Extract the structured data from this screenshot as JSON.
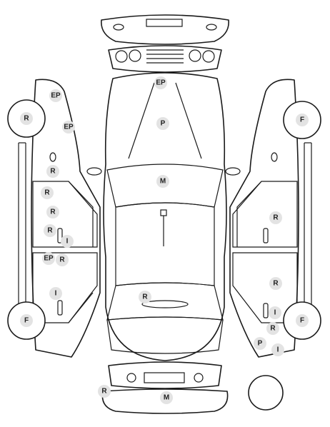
{
  "markers": [
    {
      "code": "EP",
      "part": "front-bumper-top"
    },
    {
      "code": "P",
      "part": "hood"
    },
    {
      "code": "M",
      "part": "windshield"
    },
    {
      "code": "R",
      "part": "rear-glass"
    },
    {
      "code": "EP",
      "part": "left-rear-fender-upper"
    },
    {
      "code": "EP",
      "part": "left-rear-fender"
    },
    {
      "code": "R",
      "part": "left-rear-pillar"
    },
    {
      "code": "R",
      "part": "left-rear-door-upper"
    },
    {
      "code": "R",
      "part": "left-rear-door-mid"
    },
    {
      "code": "R",
      "part": "left-rear-door-handle"
    },
    {
      "code": "I",
      "part": "left-rear-door-handle"
    },
    {
      "code": "EP",
      "part": "left-front-door-upper"
    },
    {
      "code": "R",
      "part": "left-front-door-upper"
    },
    {
      "code": "I",
      "part": "left-front-door-handle"
    },
    {
      "code": "R",
      "part": "right-rear-door"
    },
    {
      "code": "R",
      "part": "right-front-door"
    },
    {
      "code": "I",
      "part": "right-front-door-handle"
    },
    {
      "code": "R",
      "part": "right-front-fender"
    },
    {
      "code": "P",
      "part": "right-front-fender-lower"
    },
    {
      "code": "I",
      "part": "right-front-fender-lower"
    },
    {
      "code": "R",
      "part": "rear-bumper-left"
    },
    {
      "code": "M",
      "part": "rear-bumper"
    }
  ],
  "tires": [
    {
      "label": "R",
      "part": "left-rear-tire"
    },
    {
      "label": "F",
      "part": "left-front-tire"
    },
    {
      "label": "F",
      "part": "right-rear-tire"
    },
    {
      "label": "F",
      "part": "right-front-tire"
    }
  ]
}
